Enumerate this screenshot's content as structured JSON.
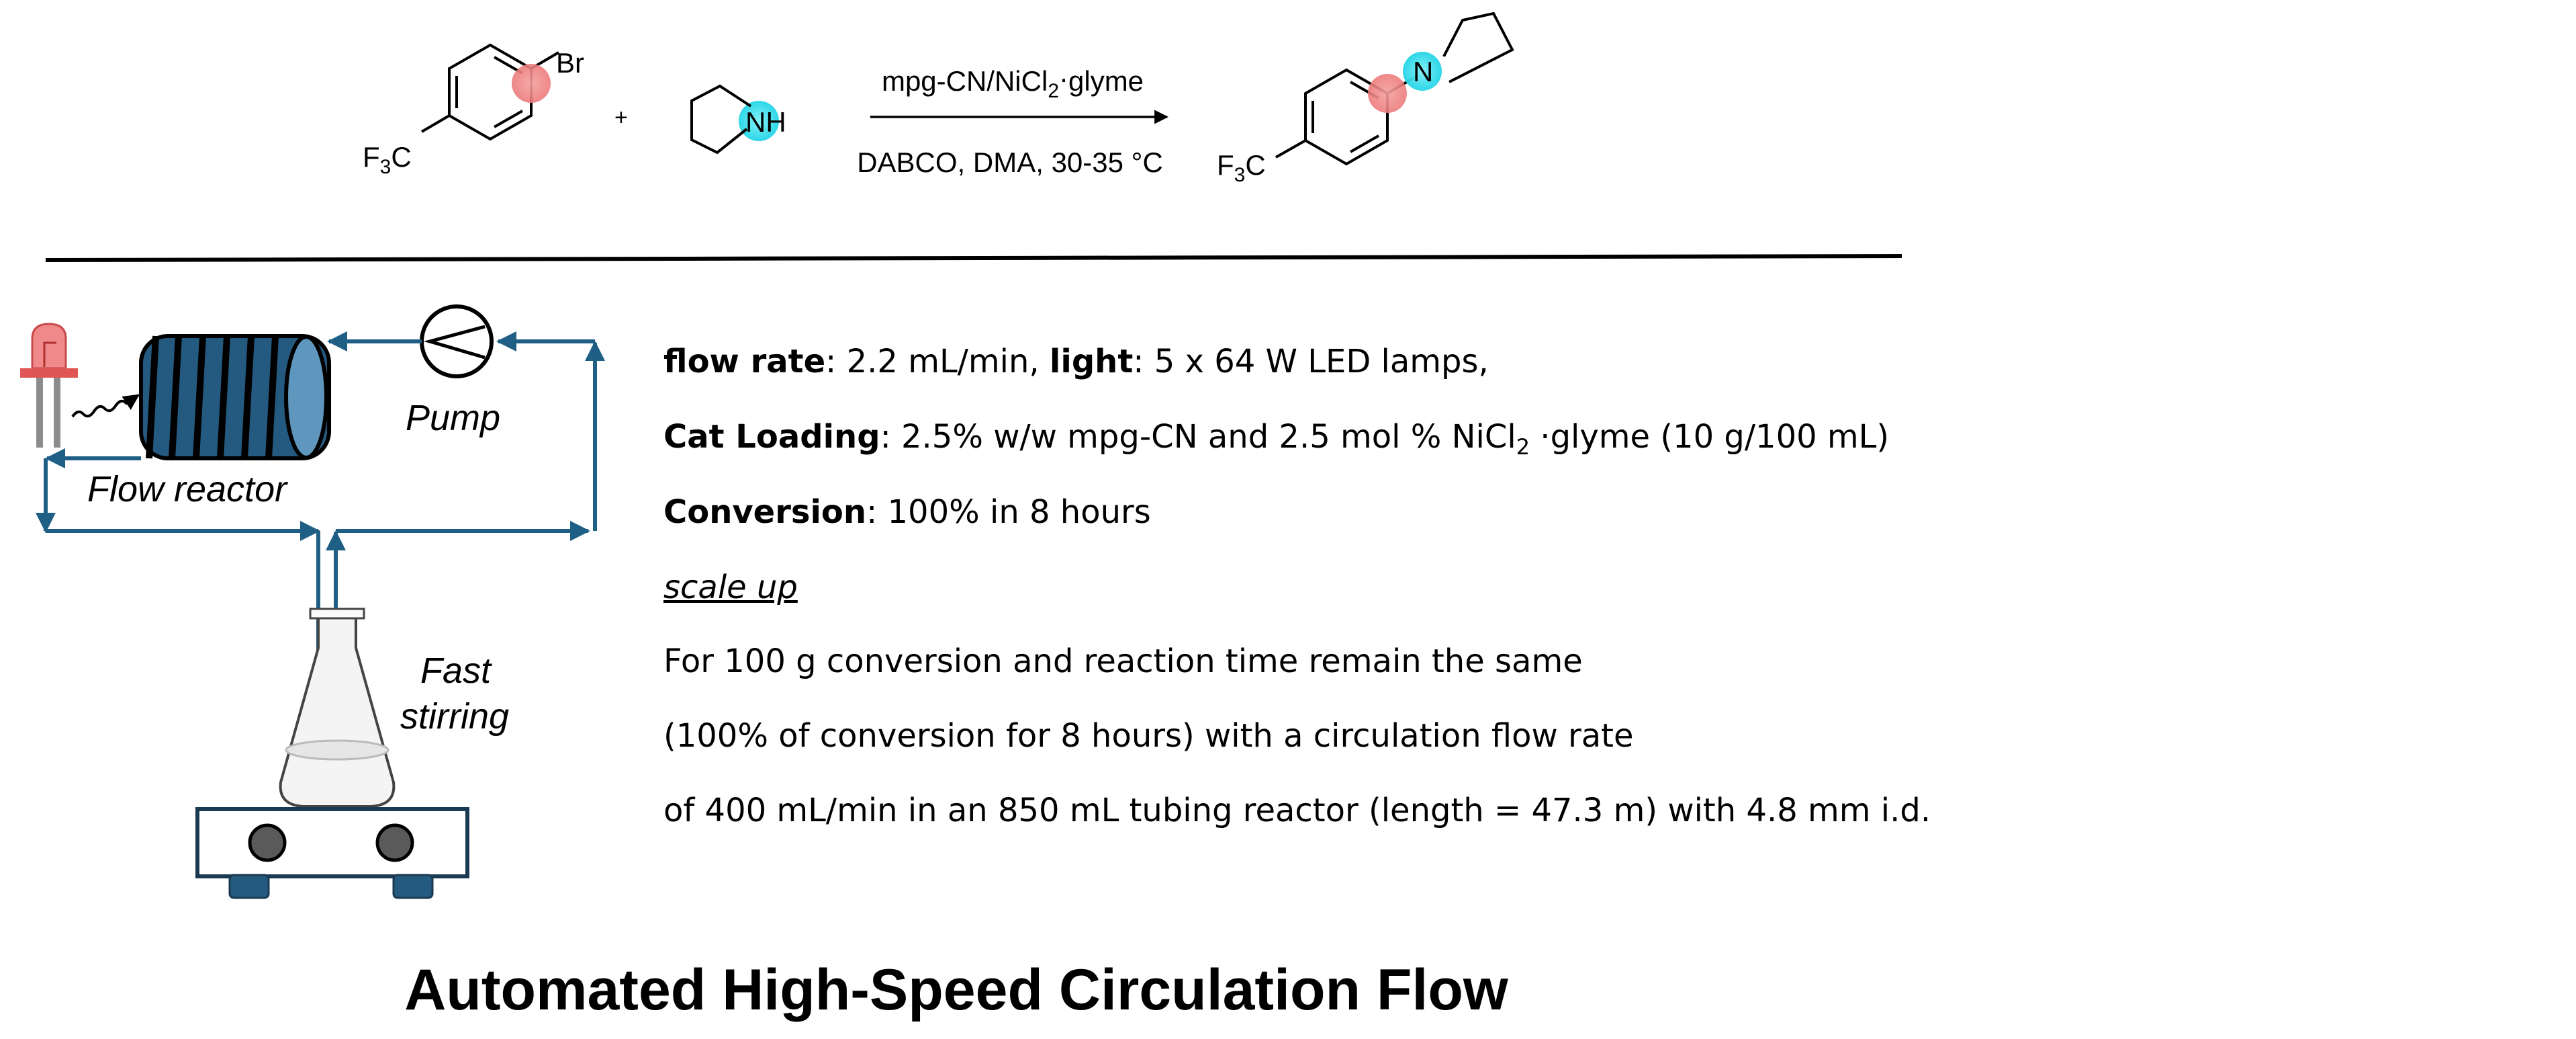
{
  "reaction": {
    "reactant1": {
      "substituent": "F3C",
      "halogen": "Br"
    },
    "plus": "+",
    "reactant2": {
      "label": "NH"
    },
    "conditions_top": "mpg-CN/NiCl2·glyme",
    "conditions_bottom": "DABCO, DMA, 30-35 °C",
    "product": {
      "substituent": "F3C",
      "label": "N"
    }
  },
  "diagram": {
    "reactor_label": "Flow reactor",
    "pump_label": "Pump",
    "stirring_label_1": "Fast",
    "stirring_label_2": "stirring"
  },
  "details": {
    "flow_rate_key": "flow rate",
    "flow_rate_value": ": 2.2 mL/min, ",
    "light_key": "light",
    "light_value": ": 5 x 64 W LED lamps,",
    "cat_key": "Cat Loading",
    "cat_value_a": ": 2.5% w/w mpg-CN and 2.5 mol % NiCl",
    "cat_sub": "2",
    "cat_value_b": " ·glyme (10 g/100 mL)",
    "conv_key": "Conversion",
    "conv_value": ": 100% in 8 hours",
    "scale_heading": "scale up",
    "scale_line1": "For 100 g conversion and reaction time remain the same",
    "scale_line2": "(100% of conversion for 8 hours) with a circulation flow rate",
    "scale_line3": "of 400 mL/min in an 850 mL tubing reactor (length = 47.3 m) with 4.8 mm i.d."
  },
  "title": "Automated High-Speed Circulation Flow",
  "colors": {
    "flow_line": "#1f5f86",
    "reactor_body": "#245a80",
    "highlight_red": "#f08080",
    "highlight_cyan": "#28d8e8"
  }
}
